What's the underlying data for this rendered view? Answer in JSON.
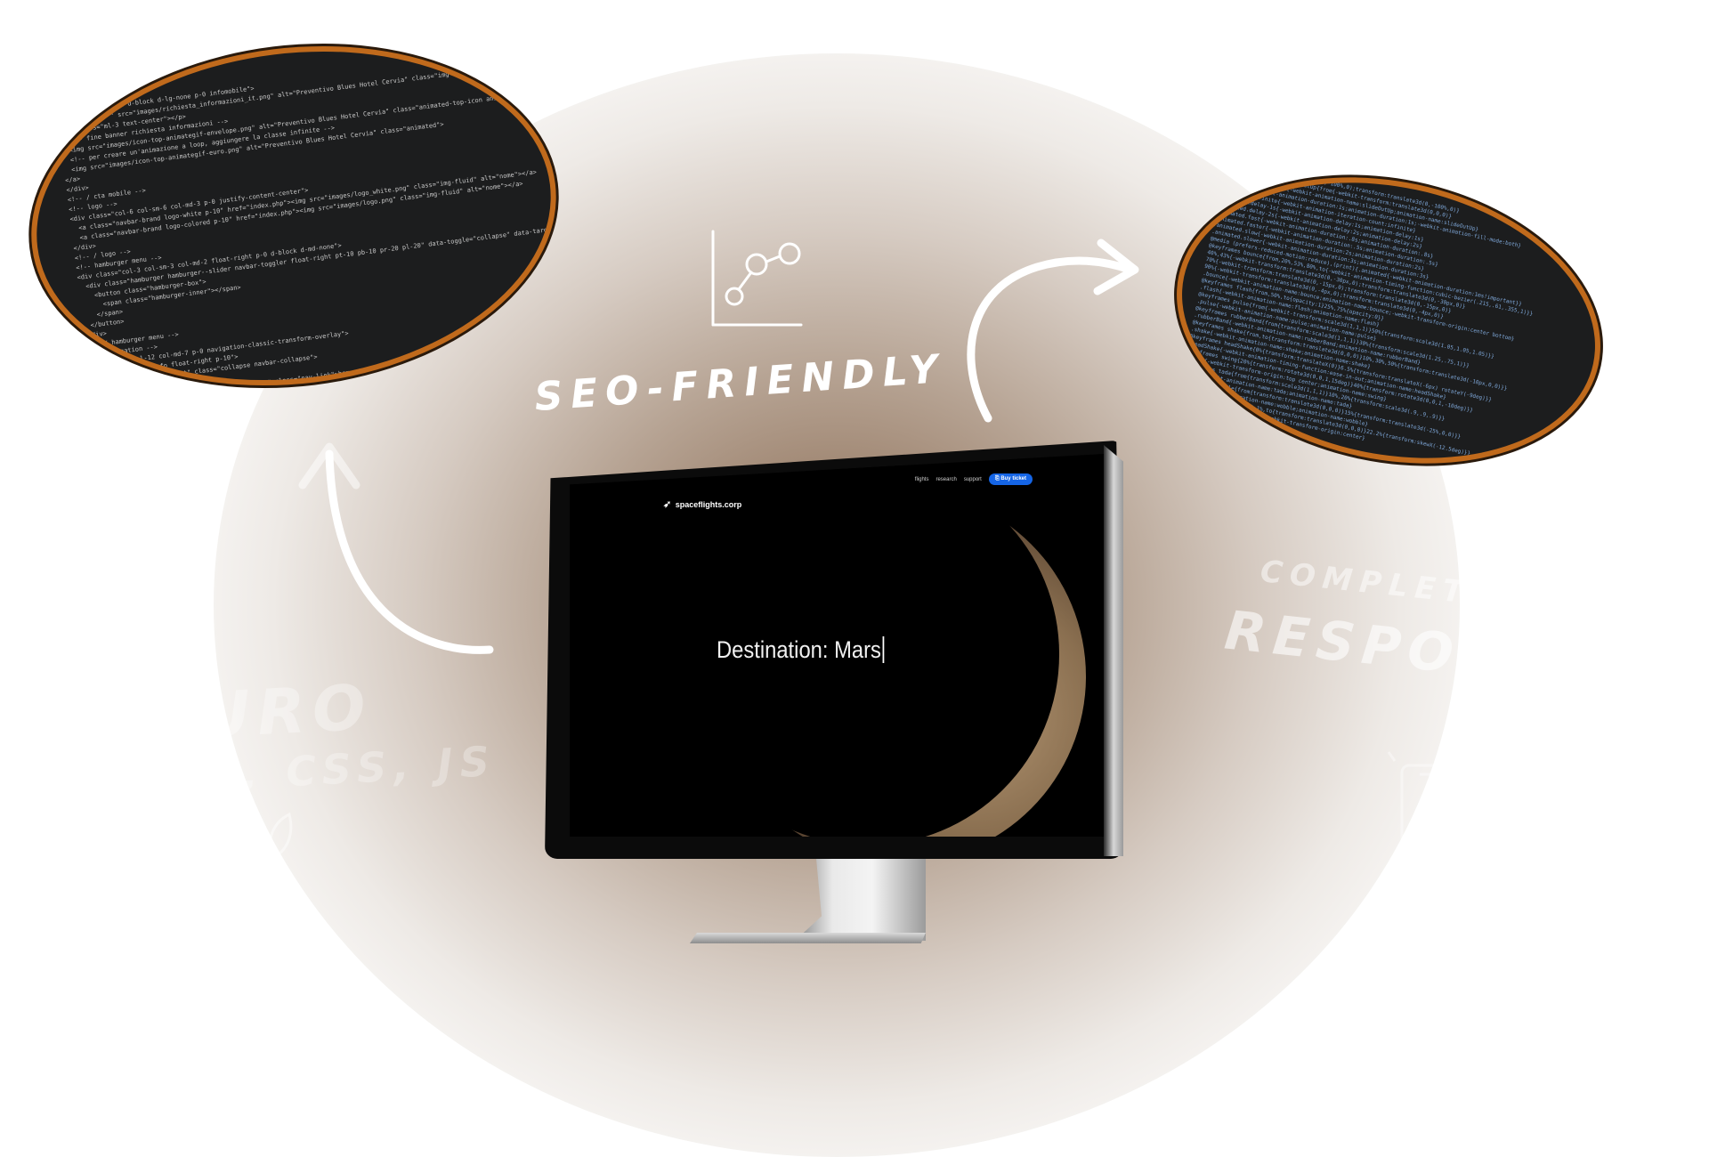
{
  "left_code": {
    "lines": [
      "<div class=\"col-12 d-block d-lg-none p-0 infomobile\">",
      "  <img class=\"\" src=\"images/richiesta_informazioni_it.png\" alt=\"Preventivo Blues Hotel Cervia\" class=\"img-fluid\">",
      "  <p class=\"ml-3 text-center\"></p>",
      "  <!-- fine banner richiesta informazioni -->",
      "  <img src=\"images/icon-top-animategif-envelope.png\" alt=\"Preventivo Blues Hotel Cervia\" class=\"animated-top-icon animated slower\">",
      "  <!-- per creare un'animazione a loop, aggiungere la classe infinite -->",
      "  <img src=\"images/icon-top-animategif-euro.png\" alt=\"Preventivo Blues Hotel Cervia\" class=\"animated\">",
      "</a>",
      "</div>",
      "",
      "<!-- / cta mobile -->",
      "",
      "<!-- logo -->",
      "<div class=\"col-6 col-sm-6 col-md-3 p-0 justify-content-center\">",
      "  <a class=\"navbar-brand logo-white p-10\" href=\"index.php\"><img src=\"images/logo_white.png\" class=\"img-fluid\" alt=\"nome\"></a>",
      "  <a class=\"navbar-brand logo-colored p-10\" href=\"index.php\"><img src=\"images/logo.png\" class=\"img-fluid\" alt=\"nome\"></a>",
      "</div>",
      "<!-- / logo -->",
      "",
      "<!-- hamburger menu -->",
      "<div class=\"col-3 col-sm-3 col-md-2 float-right p-0 d-block d-md-none\">",
      "  <div class=\"hamburger hamburger--slider navbar-toggler float-right pt-10 pb-10 pr-20 pl-20\" data-toggle=\"collapse\" data-target=\"#navbarContent\">",
      "    <button class=\"hamburger-box\">",
      "      <span class=\"hamburger-inner\"></span>",
      "    </span>",
      "  </button>",
      "</div>",
      "<!-- / hamburger menu -->",
      "",
      "<!-- navigation -->",
      "<div class=\"col-12 col-md-7 p-0 navigation-classic-transform-overlay\">",
      "  <nav class=\"topinfo float-right p-10\">",
      "    <div id=\"navbarContent\" class=\"collapse navbar-collapse\">",
      "      <ul class=\"navbar-nav\">",
      "        <li class=\"nav-item\"><a href=\"index.php\" class=\"nav-link\">home</a></li>"
    ]
  },
  "right_code": {
    "lines": [
      "-webkit-transform:translate3d(0,-100%,0);transform:translate3d(0,-100%,0)}",
      "@-webkit-keyframes slideOutUp{from{-webkit-transform:translate3d(0,0,0)}",
      ".animated.slideOutUp{-webkit-animation-name:slideOutUp;animation-name:slideOutUp}",
      ".animated{-webkit-animation-duration:1s;animation-duration:1s;-webkit-animation-fill-mode:both}",
      ".animated.infinite{-webkit-animation-iteration-count:infinite}",
      ".animated.delay-1s{-webkit-animation-delay:1s;animation-delay:1s}",
      ".animated.delay-2s{-webkit-animation-delay:2s;animation-delay:2s}",
      ".animated.fast{-webkit-animation-duration:.8s;animation-duration:.8s}",
      ".animated.faster{-webkit-animation-duration:.5s;animation-duration:.5s}",
      ".animated.slow{-webkit-animation-duration:2s;animation-duration:2s}",
      ".animated.slower{-webkit-animation-duration:3s;animation-duration:3s}",
      "@media (prefers-reduced-motion:reduce),(print){.animated{-webkit-animation-duration:1ms!important}}",
      "@keyframes bounce{from,20%,53%,80%,to{-webkit-animation-timing-function:cubic-bezier(.215,.61,.355,1)}}",
      "40%,43%{-webkit-transform:translate3d(0,-30px,0);transform:translate3d(0,-30px,0)}",
      "70%{-webkit-transform:translate3d(0,-15px,0);transform:translate3d(0,-15px,0)}",
      "90%{-webkit-transform:translate3d(0,-4px,0);transform:translate3d(0,-4px,0)}",
      ".bounce{-webkit-animation-name:bounce;animation-name:bounce;-webkit-transform-origin:center bottom}",
      "@keyframes flash{from,50%,to{opacity:1}25%,75%{opacity:0}}",
      ".flash{-webkit-animation-name:flash;animation-name:flash}",
      "@keyframes pulse{from{-webkit-transform:scale3d(1,1,1)}50%{transform:scale3d(1.05,1.05,1.05)}}",
      ".pulse{-webkit-animation-name:pulse;animation-name:pulse}",
      "@keyframes rubberBand{from{transform:scale3d(1,1,1)}30%{transform:scale3d(1.25,.75,1)}}",
      ".rubberBand{-webkit-animation-name:rubberBand;animation-name:rubberBand}",
      "@keyframes shake{from,to{transform:translate3d(0,0,0)}10%,30%,50%{transform:translate3d(-10px,0,0)}}",
      ".shake{-webkit-animation-name:shake;animation-name:shake}",
      "@keyframes headShake{0%{transform:translateX(0)}6.5%{transform:translateX(-6px) rotateY(-9deg)}}",
      ".headShake{-webkit-animation-timing-function:ease-in-out;animation-name:headShake}",
      "@keyframes swing{20%{transform:rotate3d(0,0,1,15deg)}40%{transform:rotate3d(0,0,1,-10deg)}}",
      ".swing{-webkit-transform-origin:top center;animation-name:swing}",
      "@keyframes tada{from{transform:scale3d(1,1,1)}10%,20%{transform:scale3d(.9,.9,.9)}}",
      ".tada{-webkit-animation-name:tada;animation-name:tada}",
      "@keyframes wobble{from{transform:translate3d(0,0,0)}15%{transform:translate3d(-25%,0,0)}}",
      ".wobble{-webkit-animation-name:wobble;animation-name:wobble}",
      "@keyframes jello{from,11.1%,to{transform:translate3d(0,0,0)}22.2%{transform:skewX(-12.5deg)}}",
      ".jello{animation-name:jello;-webkit-transform-origin:center}"
    ]
  },
  "labels": {
    "seo": "SEO-FRIENDLY",
    "pure_line1": "PURO",
    "pure_line2": "HTML, CSS, JS",
    "responsive_line1": "COMPLETAMENTE",
    "responsive_line2": "RESPONSIVE"
  },
  "site": {
    "brand": "spaceflights.corp",
    "nav": [
      "flights",
      "research",
      "support"
    ],
    "cta": "Buy ticket",
    "headline": "Destination: Mars"
  },
  "colors": {
    "accent_orange": "#c06a1c",
    "cta_blue": "#1565e6",
    "screen_black": "#000000"
  },
  "icons": [
    "chart-icon",
    "rocket-icon",
    "ticket-icon",
    "leaf-icon",
    "smartphone-icon",
    "arrow-icon"
  ]
}
